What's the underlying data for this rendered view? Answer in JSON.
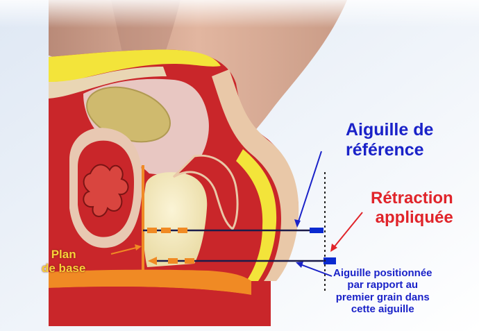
{
  "labels": {
    "reference_needle": [
      "Aiguille de",
      "référence"
    ],
    "retraction": [
      "Rétraction",
      "appliquée"
    ],
    "base_plane": [
      "Plan",
      "de base"
    ],
    "positioned_needle": [
      "Aiguille positionnée",
      "par rapport au",
      "premier grain dans",
      "cette aiguille"
    ]
  },
  "colors": {
    "label_blue": "#1a22c8",
    "label_red": "#e0242a",
    "label_yellow": "#f7d23a",
    "tissue_red": "#c9262a",
    "tissue_yellow": "#f3e43a",
    "skin": "#d9a891",
    "prostate": "#f4ebc0",
    "needle_blue": "#0a2ad0",
    "orange_marker": "#f08a24"
  }
}
